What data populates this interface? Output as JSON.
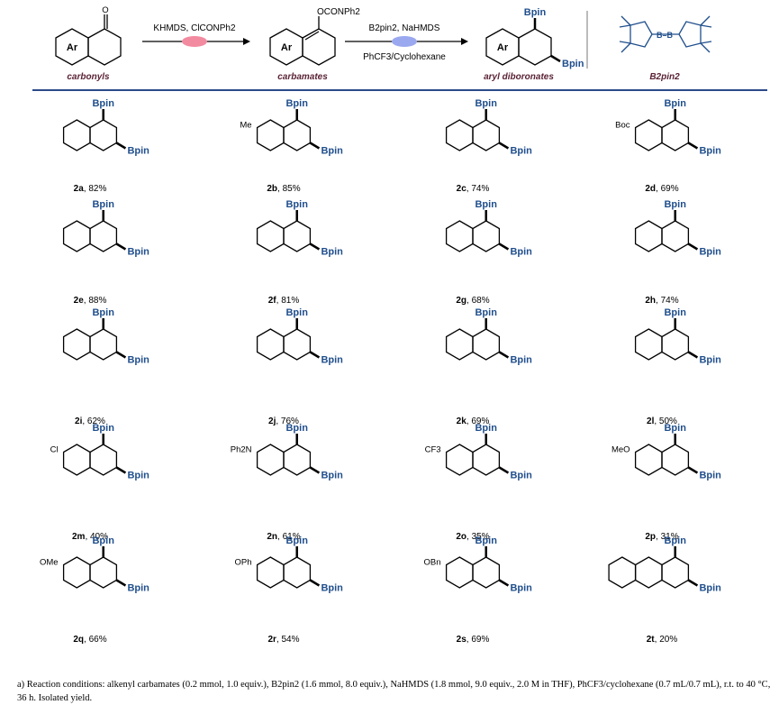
{
  "scheme": {
    "step1_reagents": "KHMDS, ClCONPh2",
    "step2_reagents_top": "B2pin2, NaHMDS",
    "step2_reagents_bottom": "PhCF3/Cyclohexane",
    "label_carbonyls": "carbonyls",
    "label_carbamates": "carbamates",
    "label_product": "aryl diboronates",
    "label_b2pin2": "B2pin2",
    "carbamate_group": "OCONPh2",
    "ar": "Ar",
    "bpin": "Bpin",
    "colors": {
      "step1_capsule": "#f28aa0",
      "step2_capsule": "#9aa8ef",
      "bpin_text": "#1f4e8c",
      "divider": "#2b4a8a",
      "label_text": "#5a2335"
    }
  },
  "compounds": [
    {
      "id": "2a",
      "yield": "82%",
      "sub": ""
    },
    {
      "id": "2b",
      "yield": "85%",
      "sub": "Me"
    },
    {
      "id": "2c",
      "yield": "74%",
      "sub": ""
    },
    {
      "id": "2d",
      "yield": "69%",
      "sub": "Boc"
    },
    {
      "id": "2e",
      "yield": "88%",
      "sub": ""
    },
    {
      "id": "2f",
      "yield": "81%",
      "sub": ""
    },
    {
      "id": "2g",
      "yield": "68%",
      "sub": ""
    },
    {
      "id": "2h",
      "yield": "74%",
      "sub": ""
    },
    {
      "id": "2i",
      "yield": "62%",
      "sub": ""
    },
    {
      "id": "2j",
      "yield": "76%",
      "sub": ""
    },
    {
      "id": "2k",
      "yield": "69%",
      "sub": ""
    },
    {
      "id": "2l",
      "yield": "50%",
      "sub": ""
    },
    {
      "id": "2m",
      "yield": "40%",
      "sub": "Cl"
    },
    {
      "id": "2n",
      "yield": "61%",
      "sub": "Ph2N"
    },
    {
      "id": "2o",
      "yield": "35%",
      "sub": "CF3"
    },
    {
      "id": "2p",
      "yield": "31%",
      "sub": "MeO"
    },
    {
      "id": "2q",
      "yield": "66%",
      "sub": "OMe"
    },
    {
      "id": "2r",
      "yield": "54%",
      "sub": "OPh"
    },
    {
      "id": "2s",
      "yield": "69%",
      "sub": "OBn"
    },
    {
      "id": "2t",
      "yield": "20%",
      "sub": ""
    }
  ],
  "footnote": "a) Reaction conditions: alkenyl carbamates (0.2 mmol, 1.0 equiv.), B2pin2 (1.6 mmol, 8.0 equiv.), NaHMDS (1.8 mmol, 9.0 equiv., 2.0 M in THF), PhCF3/cyclohexane (0.7 mL/0.7 mL), r.t. to 40 °C, 36 h. Isolated yield."
}
